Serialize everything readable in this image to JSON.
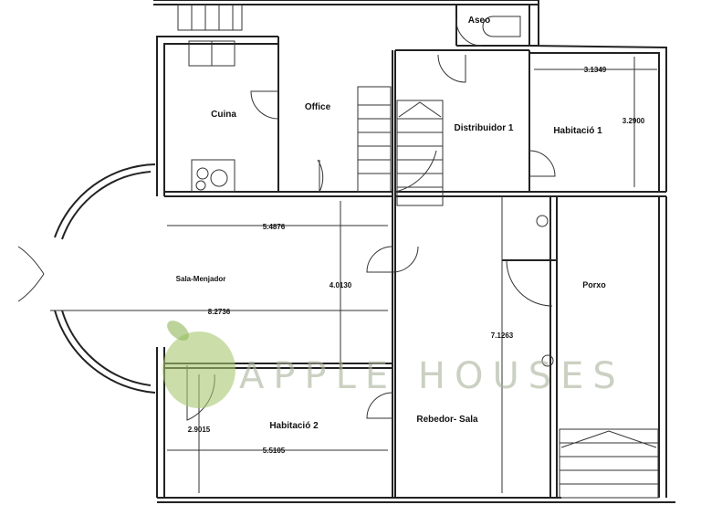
{
  "rooms": {
    "cuina": "Cuina",
    "office": "Office",
    "asseo": "Aseo",
    "distribuidor": "Distribuidor 1",
    "habitacio1": "Habitació 1",
    "sala_menjador": "Sala-Menjador",
    "porxo": "Porxo",
    "rebedor_sala": "Rebedor- Sala",
    "habitacio2": "Habitació 2"
  },
  "dimensions": {
    "hab1_width": "3.1349",
    "hab1_depth": "3.2900",
    "sala_width_upper": "5.4876",
    "sala_width_full": "8.2736",
    "sala_depth": "4.0130",
    "rebedor_depth": "7.1263",
    "hab2_depth": "2.9015",
    "hab2_width": "5.5105"
  },
  "watermark": {
    "text": "APPLE HOUSES",
    "color": "#a9b39a",
    "apple_color": "#a8c870"
  }
}
